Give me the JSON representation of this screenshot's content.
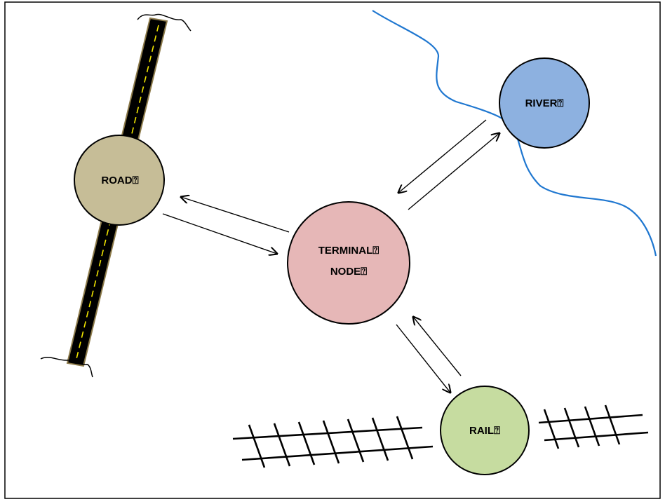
{
  "diagram": {
    "nodes": {
      "road": {
        "label": "ROAD⍰",
        "fill": "#c6bd97"
      },
      "river": {
        "label": "RIVER⍰",
        "fill": "#8db1e0"
      },
      "terminal": {
        "label_line1": "TERMINAL⍰",
        "label_line2": "NODE⍰",
        "fill": "#e6b7b7"
      },
      "rail": {
        "label": "RAIL⍰",
        "fill": "#c6dca0"
      }
    },
    "colors": {
      "road_surface": "#000000",
      "road_edge": "#8c7a4a",
      "road_centerline": "#f2e600",
      "river_line": "#1f77d0",
      "frame": "#000000"
    },
    "edges": [
      {
        "from": "terminal",
        "to": "road",
        "bidirectional": true
      },
      {
        "from": "terminal",
        "to": "river",
        "bidirectional": true
      },
      {
        "from": "terminal",
        "to": "rail",
        "bidirectional": true
      }
    ]
  }
}
